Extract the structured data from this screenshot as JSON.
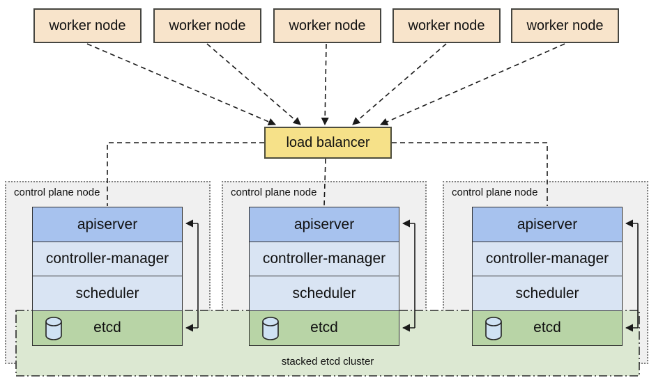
{
  "colors": {
    "worker_fill": "#f8e4cb",
    "worker_border": "#454540",
    "lb_fill": "#f6e189",
    "lb_border": "#4c4c3c",
    "apiserver_fill": "#a7c2ee",
    "component_fill": "#d9e4f3",
    "etcd_fill": "#b8d4a6",
    "cluster_fill": "#dce8d2",
    "container_fill": "#f0f0f0",
    "cylinder_fill": "#cfe2f3",
    "line": "#1a1a1a"
  },
  "workers": [
    {
      "label": "worker node"
    },
    {
      "label": "worker node"
    },
    {
      "label": "worker node"
    },
    {
      "label": "worker node"
    },
    {
      "label": "worker node"
    }
  ],
  "load_balancer": {
    "label": "load balancer"
  },
  "control_planes": [
    {
      "label": "control plane node",
      "components": [
        "apiserver",
        "controller-manager",
        "scheduler",
        "etcd"
      ]
    },
    {
      "label": "control plane node",
      "components": [
        "apiserver",
        "controller-manager",
        "scheduler",
        "etcd"
      ]
    },
    {
      "label": "control plane node",
      "components": [
        "apiserver",
        "controller-manager",
        "scheduler",
        "etcd"
      ]
    }
  ],
  "etcd_cluster": {
    "label": "stacked etcd cluster"
  },
  "icons": {
    "etcd_icon": "database-cylinder"
  }
}
